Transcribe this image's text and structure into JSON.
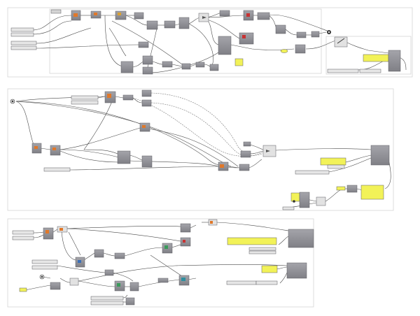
{
  "canvas": {
    "background": "#ffffff",
    "group_border_color": "#d8d8d8",
    "component_fill": "#8e8e94",
    "component_border": "#5a5a60",
    "wire_color": "#4a4a4a",
    "dashed_wire_color": "#7a7a7a",
    "panel_fill": "#f2f258",
    "slider_fill": "#e6e6e6",
    "param_fill": "#d4d4d4",
    "orange_icon": "#e0782a",
    "red_icon": "#c83232",
    "green_icon": "#3a9a5a",
    "blue_icon": "#3a6fb8"
  },
  "groups": [
    {
      "id": "group-top"
    },
    {
      "id": "group-middle"
    },
    {
      "id": "group-bottom"
    }
  ]
}
